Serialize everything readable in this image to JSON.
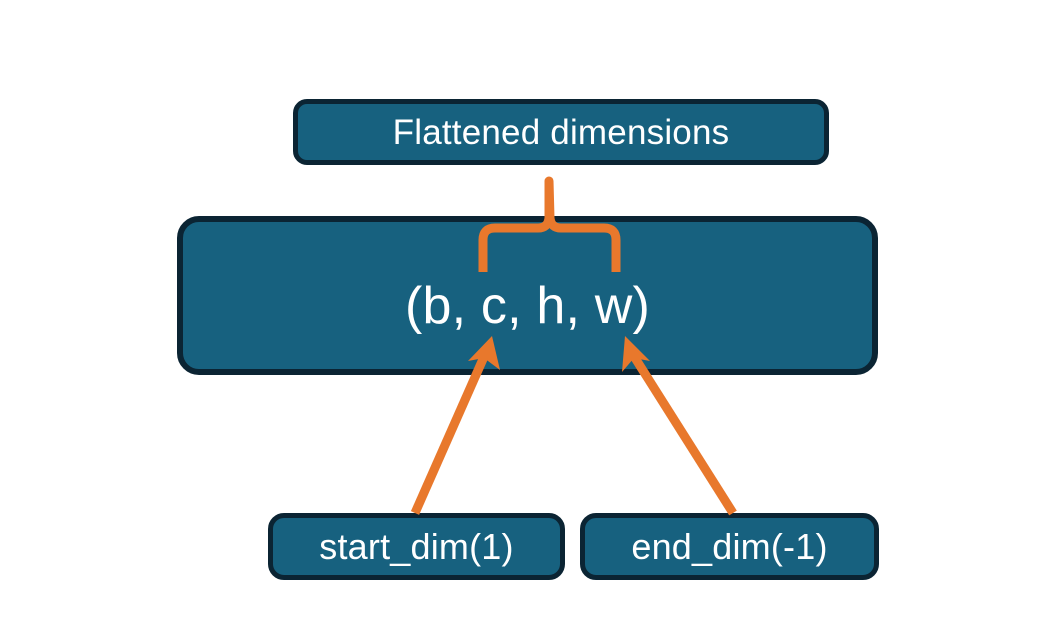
{
  "figure": {
    "title": "flatten start_dim and end_dim illustration",
    "background_color": "#ffffff",
    "box_fill_color": "#17617f",
    "box_border_color": "#0b2433",
    "accent_color": "#e8782c",
    "text_color": "#ffffff"
  },
  "nodes": {
    "flattened": {
      "label": "Flattened dimensions",
      "role": "callout-top"
    },
    "tensor": {
      "label": "(b, c, h, w)",
      "role": "tensor-shape"
    },
    "start_dim": {
      "label": "start_dim(1)",
      "role": "argument-left"
    },
    "end_dim": {
      "label": "end_dim(-1)",
      "role": "argument-right"
    }
  },
  "connectors": {
    "brace": {
      "name": "flattened-range-brace",
      "from": "flattened",
      "to": "tensor",
      "spans_dims": "c, h, w",
      "color": "#e8782c"
    },
    "start_arrow": {
      "name": "start-dim-arrow",
      "from": "start_dim",
      "to": "tensor",
      "points_at_dim": "c",
      "color": "#e8782c"
    },
    "end_arrow": {
      "name": "end-dim-arrow",
      "from": "end_dim",
      "to": "tensor",
      "points_at_dim": "w",
      "color": "#e8782c"
    }
  }
}
